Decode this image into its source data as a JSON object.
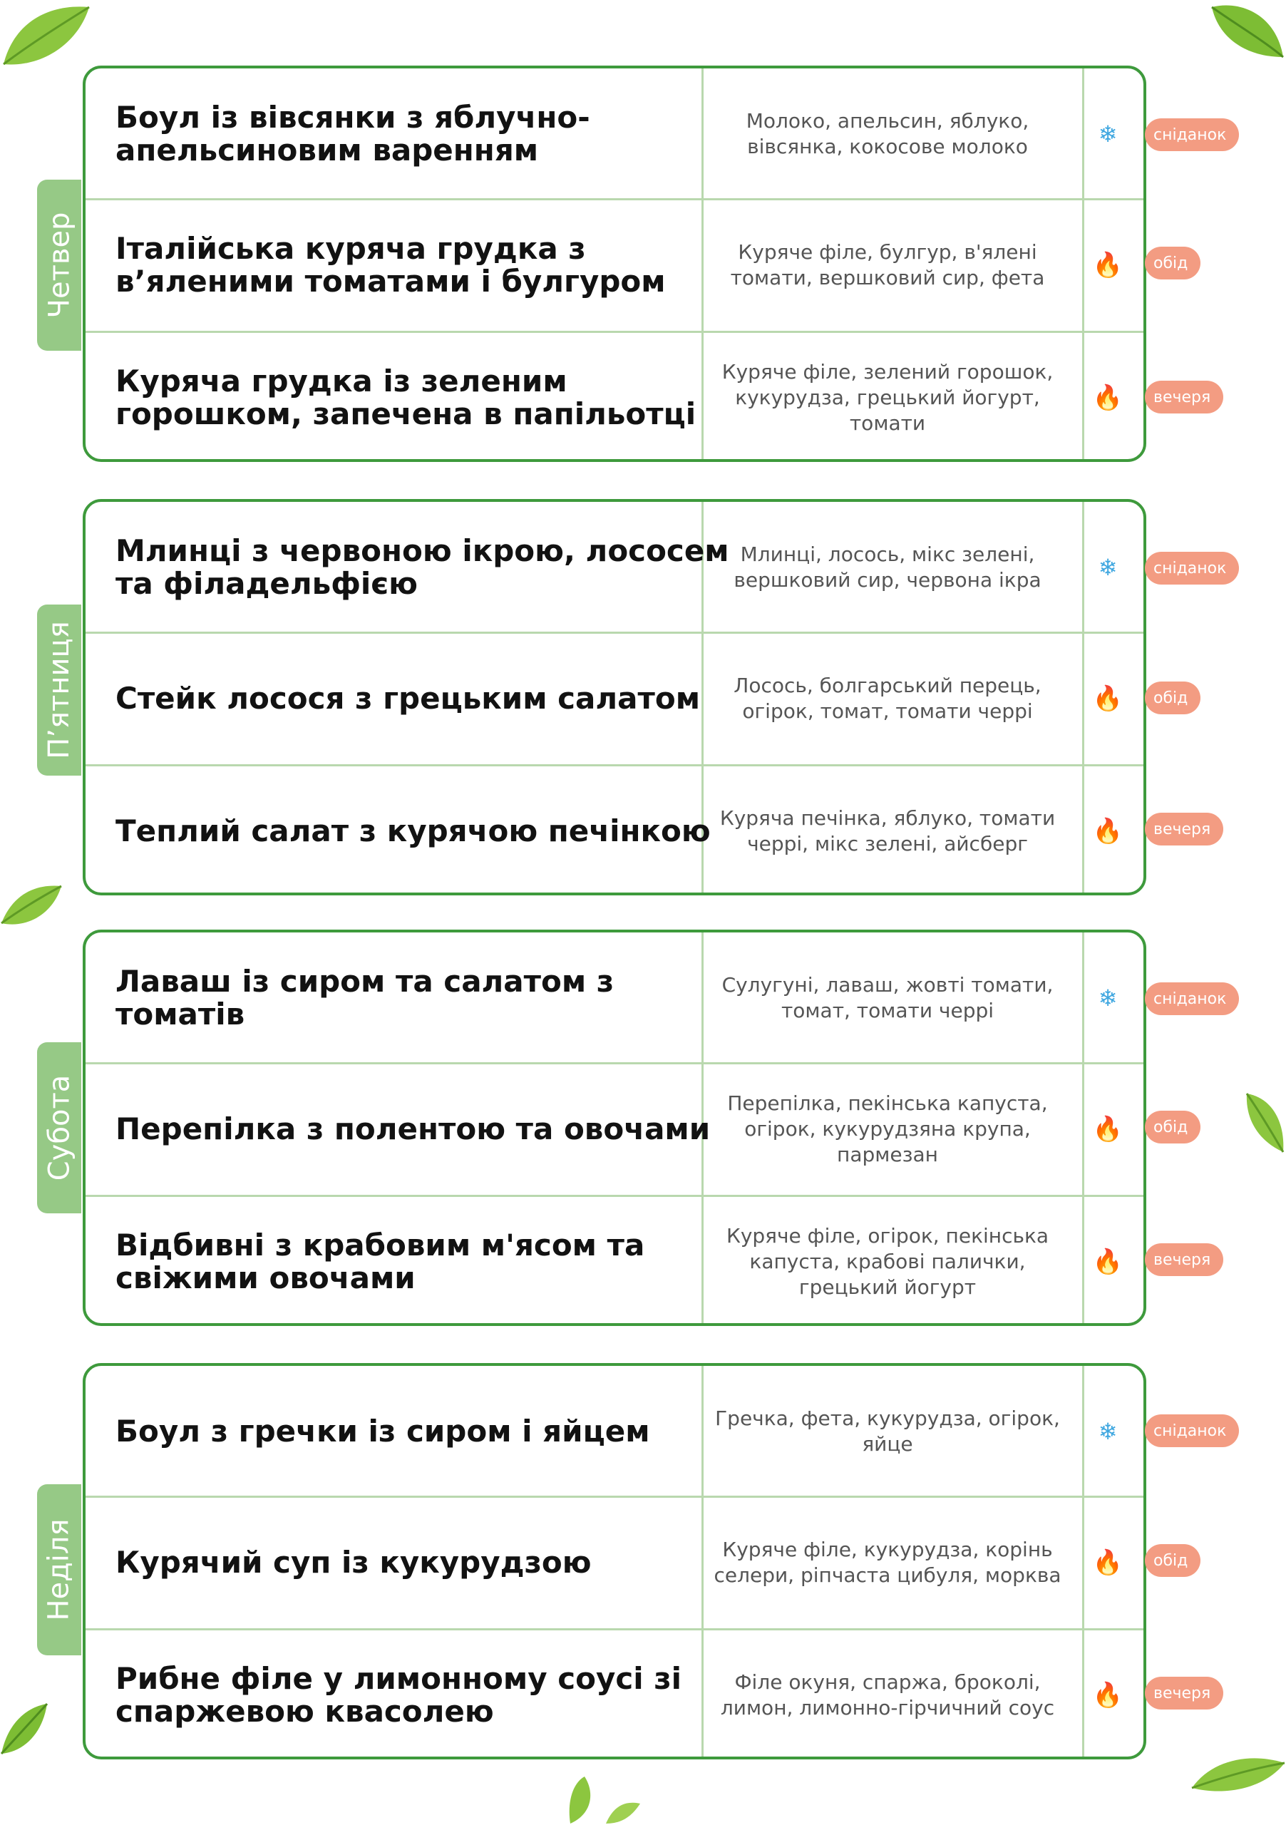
{
  "colors": {
    "border_green": "#3e9a3c",
    "tab_green": "#96c986",
    "divider_green": "#b9d8ae",
    "badge_salmon": "#f39c82",
    "snow_blue": "#3fa7e0",
    "fire_orange": "#ef5f36"
  },
  "icons": {
    "breakfast": "snowflake-icon",
    "lunch_dinner": "fire-icon"
  },
  "days": [
    {
      "name": "Четвер",
      "meals": [
        {
          "dish": "Боул із вівсянки з яблучно-апельсиновим варенням",
          "ingredients": "Молоко, апельсин, яблуко, вівсянка, кокосове молоко",
          "icon": "snowflake-icon",
          "badge": "сніданок"
        },
        {
          "dish": "Італійська куряча грудка з в’яленими томатами і булгуром",
          "ingredients": "Куряче філе, булгур, в'ялені томати, вершковий сир, фета",
          "icon": "fire-icon",
          "badge": "обід"
        },
        {
          "dish": "Куряча грудка із зеленим горошком, запечена в папільотці",
          "ingredients": "Куряче філе, зелений горошок, кукурудза, грецький йогурт, томати",
          "icon": "fire-icon",
          "badge": "вечеря"
        }
      ]
    },
    {
      "name": "П’ятниця",
      "meals": [
        {
          "dish": "Млинці з червоною ікрою, лососем та філадельфією",
          "ingredients": "Млинці, лосось, мікс зелені, вершковий сир, червона ікра",
          "icon": "snowflake-icon",
          "badge": "сніданок"
        },
        {
          "dish": "Стейк лосося з грецьким салатом",
          "ingredients": "Лосось, болгарський перець, огірок, томат, томати черрі",
          "icon": "fire-icon",
          "badge": "обід"
        },
        {
          "dish": "Теплий салат з курячою печінкою",
          "ingredients": "Куряча печінка, яблуко, томати черрі, мікс зелені, айсберг",
          "icon": "fire-icon",
          "badge": "вечеря"
        }
      ]
    },
    {
      "name": "Субота",
      "meals": [
        {
          "dish": "Лаваш із сиром та салатом з томатів",
          "ingredients": "Сулугуні, лаваш, жовті томати, томат, томати черрі",
          "icon": "snowflake-icon",
          "badge": "сніданок"
        },
        {
          "dish": "Перепілка з полентою та овочами",
          "ingredients": "Перепілка, пекінська капуста, огірок, кукурудзяна крупа, пармезан",
          "icon": "fire-icon",
          "badge": "обід"
        },
        {
          "dish": "Відбивні з крабовим м'ясом та свіжими овочами",
          "ingredients": "Куряче філе, огірок, пекінська капуста, крабові палички, грецький йогурт",
          "icon": "fire-icon",
          "badge": "вечеря"
        }
      ]
    },
    {
      "name": "Неділя",
      "meals": [
        {
          "dish": "Боул з гречки із сиром і яйцем",
          "ingredients": "Гречка, фета, кукурудза, огірок, яйце",
          "icon": "snowflake-icon",
          "badge": "сніданок"
        },
        {
          "dish": "Курячий суп із кукурудзою",
          "ingredients": "Куряче філе, кукурудза, корінь селери, ріпчаста цибуля, морква",
          "icon": "fire-icon",
          "badge": "обід"
        },
        {
          "dish": "Рибне філе у лимонному соусі зі спаржевою квасолею",
          "ingredients": "Філе окуня, спаржа, броколі, лимон, лимонно-гірчичний соус",
          "icon": "fire-icon",
          "badge": "вечеря"
        }
      ]
    }
  ]
}
